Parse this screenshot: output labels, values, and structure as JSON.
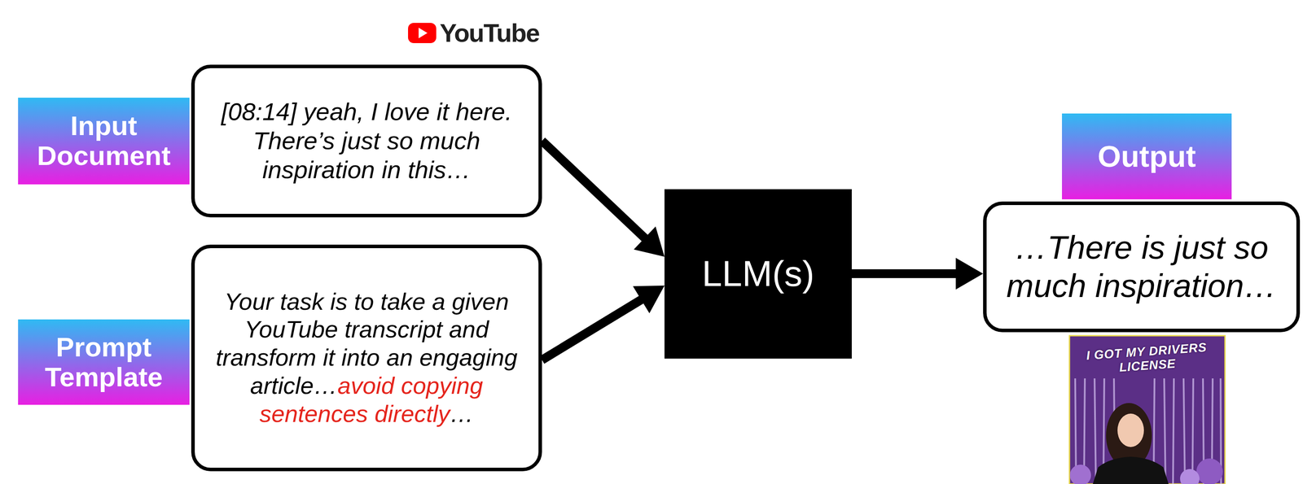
{
  "diagram": {
    "nodes": [
      {
        "text": [
          "Input Document"
        ]
      },
      {
        "text": [
          "[08:14] yeah, I love it here. There’s just so much inspiration in this…"
        ]
      },
      {
        "text": [
          "Prompt Template"
        ]
      },
      {
        "text": [
          "Your task is to take a given YouTube transcript and transform it into an engaging article…",
          "avoid copying sentences directly",
          "…"
        ]
      },
      {
        "text": [
          "LLM(s)"
        ]
      },
      {
        "text": [
          "Output"
        ]
      },
      {
        "text": [
          "…There is just so much inspiration…"
        ]
      }
    ],
    "edges": [
      {
        "from": 1,
        "to": 4,
        "arrow": "to"
      },
      {
        "from": 3,
        "to": 4,
        "arrow": "to"
      },
      {
        "from": 4,
        "to": 6,
        "arrow": "to"
      }
    ],
    "labels": [
      "YouTube",
      "I GOT MY DRIVERS LICENSE"
    ]
  }
}
